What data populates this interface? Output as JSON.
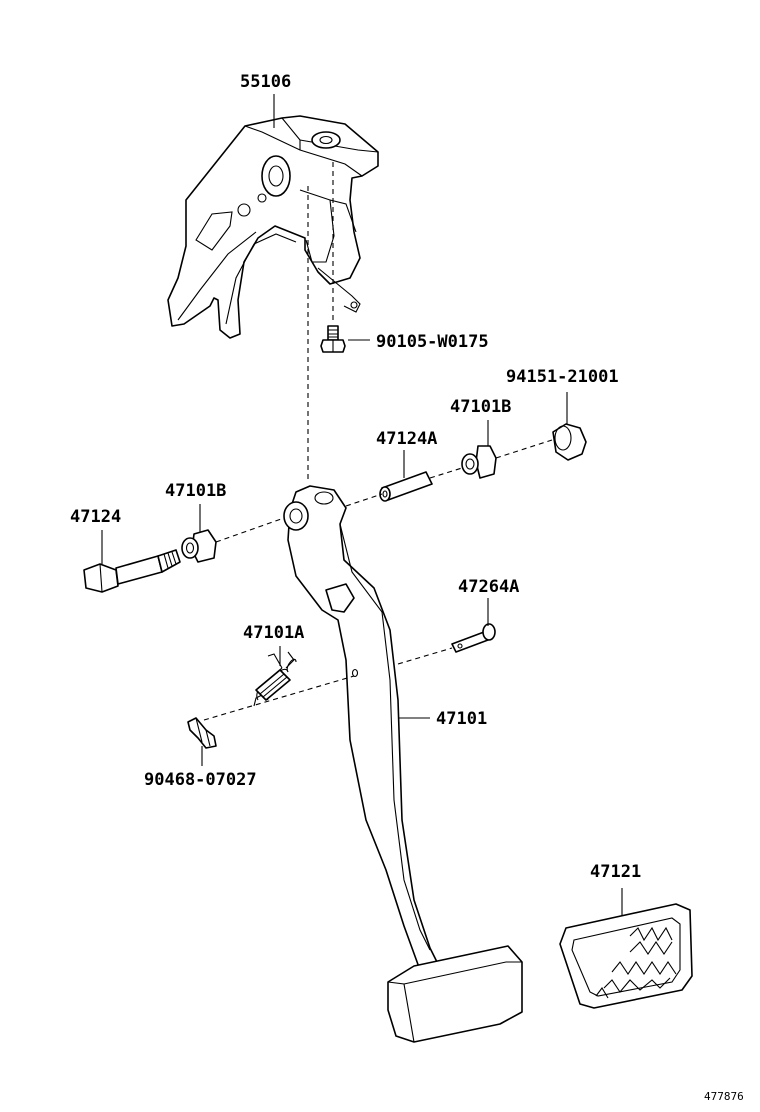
{
  "labels": {
    "bracket": "55106",
    "bolt_bracket": "90105-W0175",
    "nut": "94151-21001",
    "bushing_right": "47101B",
    "collar": "47124A",
    "bushing_left": "47101B",
    "pivot_bolt": "47124",
    "pin": "47264A",
    "spring": "47101A",
    "pedal_arm": "47101",
    "clip": "90468-07027",
    "pedal_pad": "47121"
  },
  "figure_id": "477876"
}
